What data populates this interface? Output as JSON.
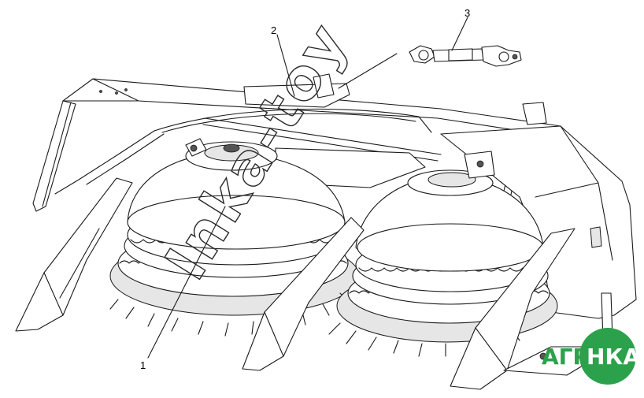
{
  "callouts": [
    {
      "id": "1",
      "label": "1"
    },
    {
      "id": "2",
      "label": "2"
    },
    {
      "id": "3",
      "label": "3"
    }
  ],
  "watermark": {
    "text": "Inka-toy"
  },
  "logo": {
    "text_left": "АГРО",
    "text_right": "НКА",
    "accent": "#2ca14b"
  },
  "colors": {
    "line": "#1a1a1a",
    "background": "#ffffff"
  }
}
